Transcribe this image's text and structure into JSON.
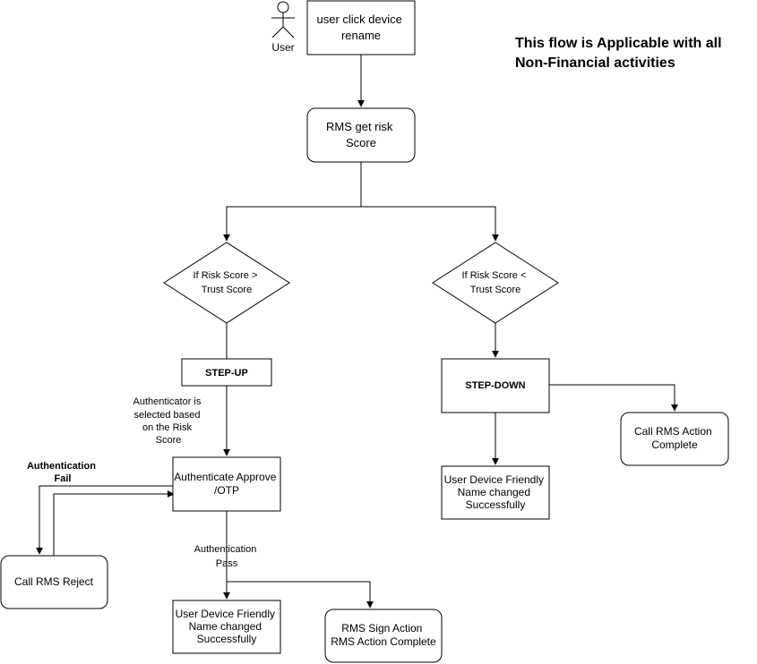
{
  "actor": {
    "label": "User"
  },
  "nodes": {
    "start": {
      "lines": [
        "user click device",
        "rename"
      ]
    },
    "rms_risk": {
      "lines": [
        "RMS get risk",
        "Score"
      ]
    },
    "dec_greater": {
      "lines": [
        "If Risk Score >",
        "Trust Score"
      ]
    },
    "dec_less": {
      "lines": [
        "If Risk Score <",
        "Trust Score"
      ]
    },
    "step_up": {
      "label": "STEP-UP"
    },
    "step_down": {
      "label": "STEP-DOWN"
    },
    "auth_approve": {
      "lines": [
        "Authenticate Approve",
        "/OTP"
      ]
    },
    "call_reject": {
      "label": "Call RMS Reject"
    },
    "rename_success_left": {
      "lines": [
        "User Device Friendly",
        "Name changed",
        "Successfully"
      ]
    },
    "sign_action": {
      "lines": [
        "RMS Sign Action",
        "RMS Action Complete"
      ]
    },
    "rename_success_right": {
      "lines": [
        "User Device Friendly",
        "Name changed",
        "Successfully"
      ]
    },
    "action_complete": {
      "lines": [
        "Call RMS Action",
        "Complete"
      ]
    }
  },
  "edge_labels": {
    "authenticator_selection": {
      "lines": [
        "Authenticator is",
        "selected based",
        "on the Risk",
        "Score"
      ]
    },
    "auth_fail": {
      "lines": [
        "Authentication",
        "Fail"
      ]
    },
    "auth_pass": {
      "lines": [
        "Authentication",
        "Pass"
      ]
    }
  },
  "note": {
    "lines": [
      "This flow is Applicable with all",
      "Non-Financial activities"
    ]
  }
}
